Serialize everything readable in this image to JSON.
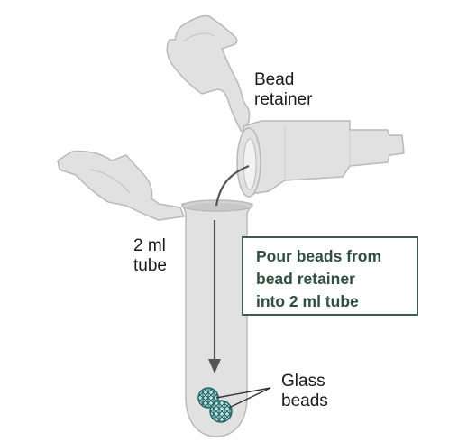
{
  "labels": {
    "bead_retainer": [
      "Bead",
      "retainer"
    ],
    "tube": [
      "2 ml",
      "tube"
    ],
    "glass_beads": [
      "Glass",
      "beads"
    ]
  },
  "instruction": {
    "lines": [
      "Pour beads from",
      "bead retainer",
      "into 2 ml tube"
    ]
  },
  "colors": {
    "plastic_fill": "#e1e1e1",
    "plastic_stroke": "#b9b9b9",
    "arrow": "#555555",
    "box_border": "#3f5b4a",
    "box_text": "#2f5040",
    "bead": "#1f6b6b"
  }
}
